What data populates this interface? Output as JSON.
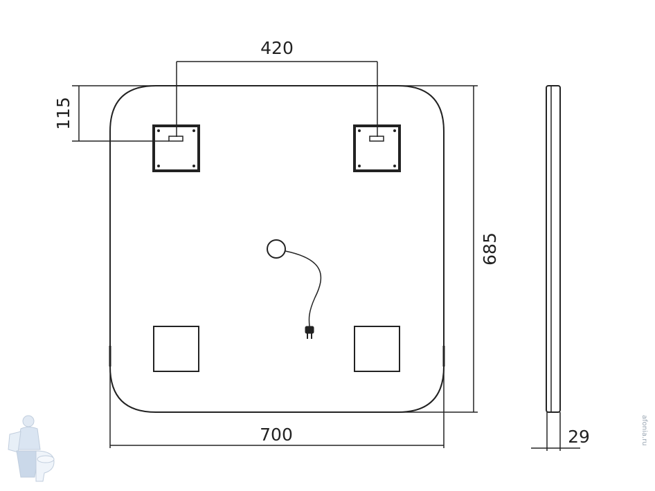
{
  "dimensions": {
    "top_width": "420",
    "top_offset": "115",
    "overall_width": "700",
    "overall_height": "685",
    "depth": "29"
  },
  "watermark": {
    "side_text": "afonia.ru"
  },
  "colors": {
    "line": "#222222",
    "watermark": "#9aa6b3"
  }
}
